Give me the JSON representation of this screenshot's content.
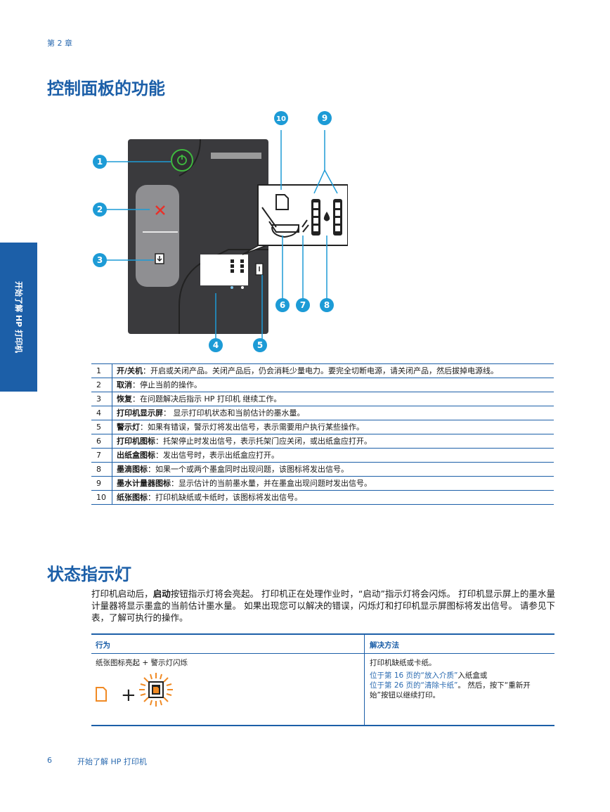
{
  "header": {
    "chapter": "第 2 章"
  },
  "section1": {
    "title": "控制面板的功能"
  },
  "side_tab": {
    "label": "开始了解 HP 打印机"
  },
  "callouts": [
    "1",
    "2",
    "3",
    "4",
    "5",
    "6",
    "7",
    "8",
    "9",
    "10"
  ],
  "features": [
    {
      "num": "1",
      "term": "开/关机",
      "desc": "：开启或关闭产品。关闭产品后，仍会消耗少量电力。要完全切断电源，请关闭产品，然后拔掉电源线。"
    },
    {
      "num": "2",
      "term": "取消",
      "desc": "：停止当前的操作。"
    },
    {
      "num": "3",
      "term": "恢复",
      "desc": "：在问题解决后指示 HP 打印机 继续工作。"
    },
    {
      "num": "4",
      "term": "打印机显示屏",
      "desc": "：  显示打印机状态和当前估计的墨水量。"
    },
    {
      "num": "5",
      "term": "警示灯",
      "desc": "：如果有错误，警示灯将发出信号，表示需要用户执行某些操作。"
    },
    {
      "num": "6",
      "term": "打印机图标",
      "desc": "：托架停止时发出信号，表示托架门应关闭，或出纸盒应打开。"
    },
    {
      "num": "7",
      "term": "出纸盒图标",
      "desc": "：发出信号时，表示出纸盒应打开。"
    },
    {
      "num": "8",
      "term": "墨滴图标",
      "desc": "：如果一个或两个墨盒同时出现问题，该图标将发出信号。"
    },
    {
      "num": "9",
      "term": "墨水计量器图标",
      "desc": "：显示估计的当前墨水量，并在墨盒出现问题时发出信号。"
    },
    {
      "num": "10",
      "term": "纸张图标",
      "desc": "：打印机缺纸或卡纸时，该图标将发出信号。"
    }
  ],
  "section2": {
    "title": "状态指示灯",
    "para_a": "打印机启动后，",
    "para_bold": "启动",
    "para_b": "按钮指示灯将会亮起。 打印机正在处理作业时，“启动”指示灯将会闪烁。 打印机显示屏上的墨水量计量器将显示墨盒的当前估计墨水量。 如果出现您可以解决的错误，闪烁灯和打印机显示屏图标将发出信号。 请参见下表，了解可执行的操作。"
  },
  "status_table": {
    "col1": "行为",
    "col2": "解决方法",
    "row1_behavior": "纸张图标亮起 + 警示灯闪烁",
    "row1_solution": "打印机缺纸或卡纸。",
    "link1": "位于第 16 页的“放入介质”",
    "link1_tail": "入纸盒或",
    "link2": "位于第 26 页的“清除卡纸”",
    "link2_tail": "。 然后，按下“重新开始”按钮以继续打印。",
    "plus": "+"
  },
  "footer": {
    "page": "6",
    "text": "开始了解 HP 打印机"
  },
  "colors": {
    "accent": "#1c5fa8",
    "callout": "#1d9bd6",
    "power_green": "#3fb93f",
    "cancel_red": "#e8312a",
    "warning_orange": "#f08a24"
  }
}
